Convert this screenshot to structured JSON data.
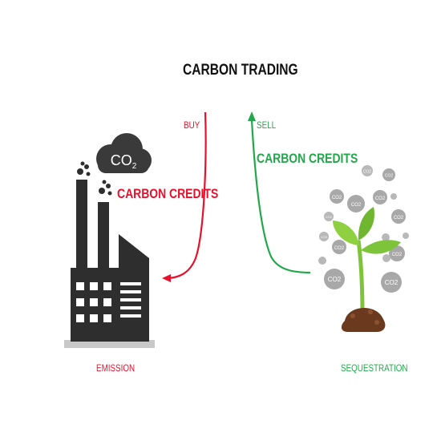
{
  "title": "CARBON TRADING",
  "buy_label": "BUY",
  "sell_label": "SELL",
  "left_credits_label": "CARBON CREDITS",
  "right_credits_label": "CARBON CREDITS",
  "emission_label": "EMISSION",
  "sequestration_label": "SEQUESTRATION",
  "co2_label": "CO2",
  "colors": {
    "buy_red": "#e8102a",
    "sell_green": "#22a84a",
    "factory_dark": "#2e2e2e",
    "leaf_green": "#7ec43a",
    "soil_brown": "#6b3a1e",
    "bubble_grey": "#b0b0b0"
  },
  "icons": [
    "factory-icon",
    "co2-cloud-icon",
    "plant-sprout-icon",
    "co2-bubble-icon",
    "arrow-down-left-icon",
    "arrow-up-icon"
  ]
}
